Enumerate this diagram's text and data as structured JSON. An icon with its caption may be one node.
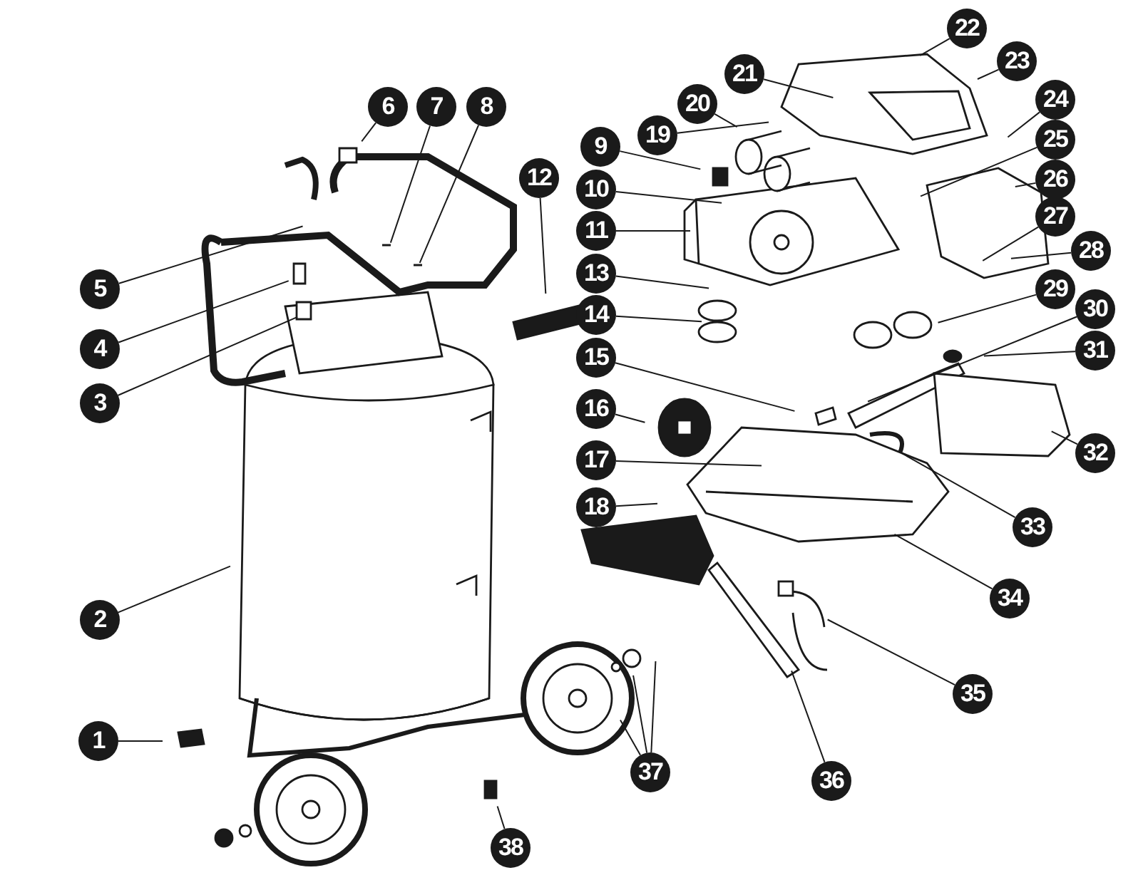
{
  "diagram": {
    "nodes": [
      {
        "text": [
          "1"
        ]
      },
      {
        "text": [
          "2"
        ]
      },
      {
        "text": [
          "3"
        ]
      },
      {
        "text": [
          "4"
        ]
      },
      {
        "text": [
          "5"
        ]
      },
      {
        "text": [
          "6"
        ]
      },
      {
        "text": [
          "7"
        ]
      },
      {
        "text": [
          "8"
        ]
      },
      {
        "text": [
          "9"
        ]
      },
      {
        "text": [
          "10"
        ]
      },
      {
        "text": [
          "11"
        ]
      },
      {
        "text": [
          "12"
        ]
      },
      {
        "text": [
          "13"
        ]
      },
      {
        "text": [
          "14"
        ]
      },
      {
        "text": [
          "15"
        ]
      },
      {
        "text": [
          "16"
        ]
      },
      {
        "text": [
          "17"
        ]
      },
      {
        "text": [
          "18"
        ]
      },
      {
        "text": [
          "19"
        ]
      },
      {
        "text": [
          "20"
        ]
      },
      {
        "text": [
          "21"
        ]
      },
      {
        "text": [
          "22"
        ]
      },
      {
        "text": [
          "23"
        ]
      },
      {
        "text": [
          "24"
        ]
      },
      {
        "text": [
          "25"
        ]
      },
      {
        "text": [
          "26"
        ]
      },
      {
        "text": [
          "27"
        ]
      },
      {
        "text": [
          "28"
        ]
      },
      {
        "text": [
          "29"
        ]
      },
      {
        "text": [
          "30"
        ]
      },
      {
        "text": [
          "31"
        ]
      },
      {
        "text": [
          "32"
        ]
      },
      {
        "text": [
          "33"
        ]
      },
      {
        "text": [
          "34"
        ]
      },
      {
        "text": [
          "35"
        ]
      },
      {
        "text": [
          "36"
        ]
      },
      {
        "text": [
          "37"
        ]
      },
      {
        "text": [
          "38"
        ]
      }
    ],
    "edges": [
      {
        "from": 0,
        "to": null,
        "arrow": "none"
      },
      {
        "from": 1,
        "to": null,
        "arrow": "none"
      },
      {
        "from": 2,
        "to": null,
        "arrow": "none"
      },
      {
        "from": 3,
        "to": null,
        "arrow": "none"
      },
      {
        "from": 4,
        "to": null,
        "arrow": "none"
      },
      {
        "from": 5,
        "to": null,
        "arrow": "none"
      },
      {
        "from": 6,
        "to": null,
        "arrow": "none"
      },
      {
        "from": 7,
        "to": null,
        "arrow": "none"
      },
      {
        "from": 8,
        "to": null,
        "arrow": "none"
      },
      {
        "from": 9,
        "to": null,
        "arrow": "none"
      },
      {
        "from": 10,
        "to": null,
        "arrow": "none"
      },
      {
        "from": 11,
        "to": null,
        "arrow": "none"
      },
      {
        "from": 12,
        "to": null,
        "arrow": "none"
      },
      {
        "from": 13,
        "to": null,
        "arrow": "none"
      },
      {
        "from": 14,
        "to": null,
        "arrow": "none"
      },
      {
        "from": 15,
        "to": null,
        "arrow": "none"
      },
      {
        "from": 16,
        "to": null,
        "arrow": "none"
      },
      {
        "from": 17,
        "to": null,
        "arrow": "none"
      },
      {
        "from": 18,
        "to": null,
        "arrow": "none"
      },
      {
        "from": 19,
        "to": null,
        "arrow": "none"
      },
      {
        "from": 20,
        "to": null,
        "arrow": "none"
      },
      {
        "from": 21,
        "to": null,
        "arrow": "none"
      },
      {
        "from": 22,
        "to": null,
        "arrow": "none"
      },
      {
        "from": 23,
        "to": null,
        "arrow": "none"
      },
      {
        "from": 24,
        "to": null,
        "arrow": "none"
      },
      {
        "from": 25,
        "to": null,
        "arrow": "none"
      },
      {
        "from": 26,
        "to": null,
        "arrow": "none"
      },
      {
        "from": 27,
        "to": null,
        "arrow": "none"
      },
      {
        "from": 28,
        "to": null,
        "arrow": "none"
      },
      {
        "from": 29,
        "to": null,
        "arrow": "none"
      },
      {
        "from": 30,
        "to": null,
        "arrow": "none"
      },
      {
        "from": 31,
        "to": null,
        "arrow": "none"
      },
      {
        "from": 32,
        "to": null,
        "arrow": "none"
      },
      {
        "from": 33,
        "to": null,
        "arrow": "none"
      },
      {
        "from": 34,
        "to": null,
        "arrow": "none"
      },
      {
        "from": 35,
        "to": null,
        "arrow": "none"
      },
      {
        "from": 36,
        "to": null,
        "arrow": "none"
      },
      {
        "from": 36,
        "to": null,
        "arrow": "none"
      },
      {
        "from": 36,
        "to": null,
        "arrow": "none"
      },
      {
        "from": 37,
        "to": null,
        "arrow": "none"
      }
    ]
  }
}
